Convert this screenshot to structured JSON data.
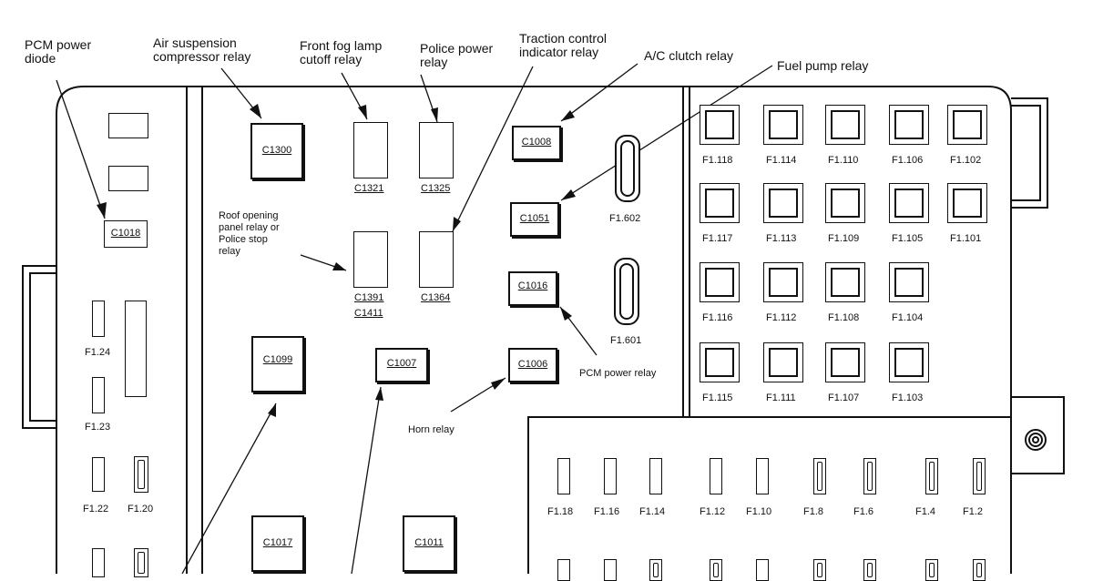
{
  "callouts": {
    "pcm_diode": "PCM power\ndiode",
    "air_susp": "Air suspension\ncompressor  relay",
    "front_fog": "Front fog lamp\ncutoff relay",
    "police_power": "Police power\nrelay",
    "traction": "Traction control\nindicator relay",
    "ac_clutch": "A/C clutch relay",
    "fuel_pump": "Fuel pump relay",
    "roof_opening": "Roof opening\npanel relay or\nPolice stop\nrelay",
    "pcm_power_relay": "PCM power relay",
    "horn_relay": "Horn relay"
  },
  "relays": {
    "c1300": "C1300",
    "c1099": "C1099",
    "c1017": "C1017",
    "c1007": "C1007",
    "c1011": "C1011",
    "c1008": "C1008",
    "c1051": "C1051",
    "c1016": "C1016",
    "c1006": "C1006",
    "c1018": "C1018"
  },
  "slot_codes": {
    "c1321": "C1321",
    "c1325": "C1325",
    "c1391": "C1391",
    "c1411": "C1411",
    "c1364": "C1364"
  },
  "left_fuses": {
    "f124": "F1.24",
    "f123": "F1.23",
    "f122": "F1.22",
    "f120": "F1.20"
  },
  "large_fuses": {
    "f1602": "F1.602",
    "f1601": "F1.601"
  },
  "maxi_fuses": [
    [
      "F1.118",
      "F1.114",
      "F1.110",
      "F1.106",
      "F1.102"
    ],
    [
      "F1.117",
      "F1.113",
      "F1.109",
      "F1.105",
      "F1.101"
    ],
    [
      "F1.116",
      "F1.112",
      "F1.108",
      "F1.104"
    ],
    [
      "F1.115",
      "F1.111",
      "F1.107",
      "F1.103"
    ]
  ],
  "mini_fuses": [
    "F1.18",
    "F1.16",
    "F1.14",
    "F1.12",
    "F1.10",
    "F1.8",
    "F1.6",
    "F1.4",
    "F1.2"
  ]
}
